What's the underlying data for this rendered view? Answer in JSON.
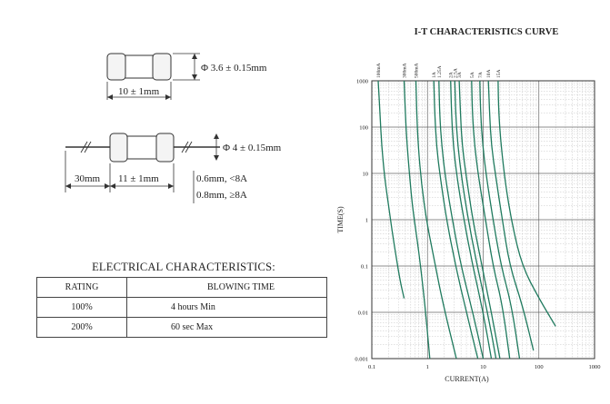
{
  "dimensions": {
    "body_diameter": "Φ 3.6 ± 0.15mm",
    "body_length": "10 ± 1mm",
    "leaded_diameter": "Φ 4 ± 0.15mm",
    "lead_length": "30mm",
    "leaded_body_length": "11 ± 1mm",
    "wire_small": "0.6mm, <8A",
    "wire_large": "0.8mm, ≥8A"
  },
  "electrical": {
    "title": "ELECTRICAL CHARACTERISTICS:",
    "headers": [
      "RATING",
      "BLOWING TIME"
    ],
    "rows": [
      [
        "100%",
        "4 hours Min"
      ],
      [
        "200%",
        "60 sec Max"
      ]
    ]
  },
  "chart_data": {
    "type": "line",
    "title": "I-T CHARACTERISTICS CURVE",
    "xlabel": "CURRENT(A)",
    "ylabel": "TIME(S)",
    "xscale": "log",
    "yscale": "log",
    "xlim": [
      0.1,
      1000
    ],
    "ylim": [
      0.001,
      1000
    ],
    "x_ticks": [
      "0.1",
      "1",
      "10",
      "100",
      "1000"
    ],
    "y_ticks": [
      "1000",
      "100",
      "10",
      "1",
      "0.1",
      "0.01",
      "0.001"
    ],
    "grid": true,
    "line_color": "#1f7a5e",
    "series": [
      {
        "name": "100mA",
        "x": [
          0.13,
          0.14,
          0.15,
          0.17,
          0.2,
          0.25,
          0.32,
          0.38
        ],
        "y": [
          1000,
          200,
          40,
          8,
          2,
          0.3,
          0.05,
          0.02
        ]
      },
      {
        "name": "300mA",
        "x": [
          0.38,
          0.4,
          0.43,
          0.48,
          0.55,
          0.7,
          0.9,
          1.1
        ],
        "y": [
          1000,
          200,
          40,
          8,
          1.5,
          0.2,
          0.015,
          0.001
        ]
      },
      {
        "name": "500mA",
        "x": [
          0.62,
          0.64,
          0.68,
          0.78,
          0.95,
          1.3,
          1.8,
          3.3
        ],
        "y": [
          1000,
          200,
          40,
          6,
          1,
          0.15,
          0.02,
          0.001
        ]
      },
      {
        "name": "1A",
        "x": [
          1.3,
          1.35,
          1.45,
          1.7,
          2.2,
          3.2,
          5,
          8
        ],
        "y": [
          1000,
          200,
          40,
          8,
          1,
          0.1,
          0.01,
          0.001
        ]
      },
      {
        "name": "1.25A",
        "x": [
          1.6,
          1.65,
          1.8,
          2.1,
          2.8,
          4,
          6.5,
          10
        ],
        "y": [
          1000,
          200,
          40,
          8,
          1,
          0.1,
          0.01,
          0.001
        ]
      },
      {
        "name": "2A",
        "x": [
          2.6,
          2.7,
          2.9,
          3.4,
          4.5,
          6.5,
          10,
          14
        ],
        "y": [
          1000,
          200,
          40,
          8,
          1,
          0.1,
          0.01,
          0.001
        ]
      },
      {
        "name": "2.5A",
        "x": [
          3.1,
          3.2,
          3.5,
          4.1,
          5.4,
          7.8,
          12,
          17
        ],
        "y": [
          1000,
          200,
          40,
          8,
          1,
          0.1,
          0.01,
          0.001
        ]
      },
      {
        "name": "3A",
        "x": [
          3.7,
          3.9,
          4.2,
          5,
          6.5,
          9.5,
          14,
          20
        ],
        "y": [
          1000,
          200,
          40,
          8,
          1,
          0.1,
          0.01,
          0.001
        ]
      },
      {
        "name": "5A",
        "x": [
          6.2,
          6.4,
          7,
          8.3,
          11,
          15,
          22,
          30
        ],
        "y": [
          1000,
          200,
          40,
          8,
          1,
          0.1,
          0.015,
          0.001
        ]
      },
      {
        "name": "7A",
        "x": [
          8.7,
          9,
          9.8,
          11.5,
          15,
          21,
          32,
          45
        ],
        "y": [
          1000,
          200,
          40,
          8,
          1,
          0.1,
          0.015,
          0.001
        ]
      },
      {
        "name": "10A",
        "x": [
          12.4,
          13,
          14,
          17,
          22,
          30,
          50,
          80
        ],
        "y": [
          1000,
          200,
          40,
          8,
          1,
          0.1,
          0.015,
          0.0015
        ]
      },
      {
        "name": "15A",
        "x": [
          18.5,
          19,
          21,
          25,
          33,
          50,
          100,
          200
        ],
        "y": [
          1000,
          200,
          40,
          6,
          0.8,
          0.1,
          0.02,
          0.005
        ]
      }
    ]
  }
}
